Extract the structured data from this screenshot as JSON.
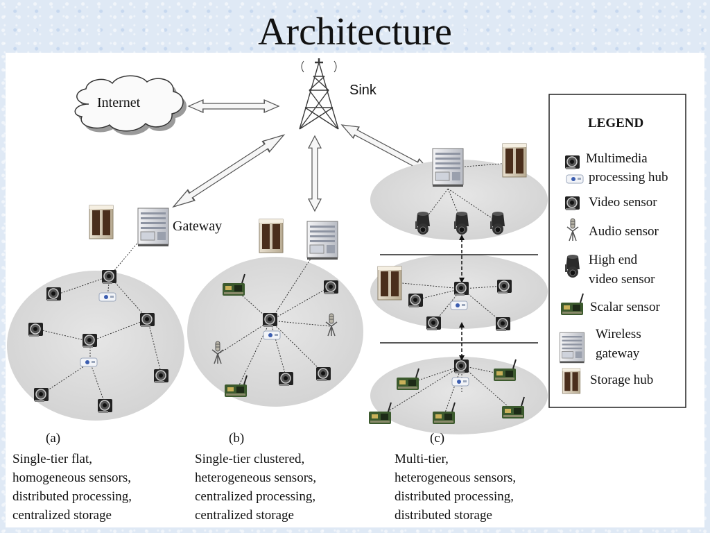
{
  "title": "Architecture",
  "labels": {
    "internet": "Internet",
    "sink": "Sink",
    "gateway": "Gateway"
  },
  "legend": {
    "heading": "LEGEND",
    "items": [
      {
        "line1": "Multimedia",
        "line2": "processing hub"
      },
      {
        "line1": "Video sensor",
        "line2": ""
      },
      {
        "line1": "Audio sensor",
        "line2": ""
      },
      {
        "line1": "High end",
        "line2": "video sensor"
      },
      {
        "line1": "Scalar sensor",
        "line2": ""
      },
      {
        "line1": "Wireless",
        "line2": "gateway"
      },
      {
        "line1": "Storage hub",
        "line2": ""
      }
    ]
  },
  "panels": [
    {
      "tag": "(a)",
      "caption": "Single-tier flat,\nhomogeneous sensors,\ndistributed processing,\ncentralized storage"
    },
    {
      "tag": "(b)",
      "caption": "Single-tier clustered,\nheterogeneous sensors,\ncentralized processing,\ncentralized storage"
    },
    {
      "tag": "(c)",
      "caption": "Multi-tier,\nheterogeneous sensors,\ndistributed processing,\ndistributed storage"
    }
  ]
}
